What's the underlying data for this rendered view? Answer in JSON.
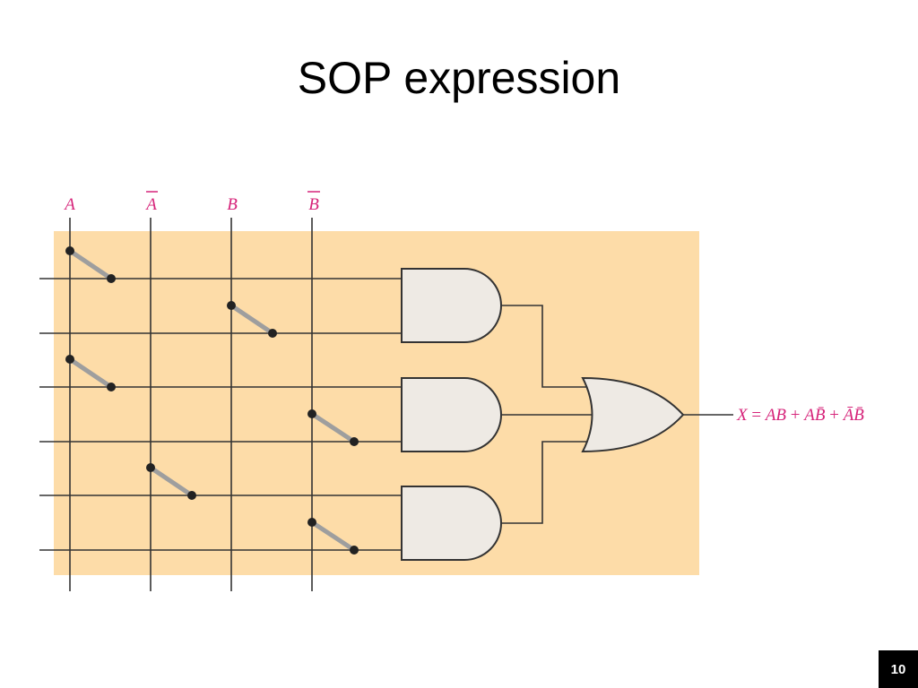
{
  "slide": {
    "title": "SOP expression",
    "page_number": "10"
  },
  "diagram": {
    "inputs": [
      {
        "var": "A",
        "complemented": false
      },
      {
        "var": "A",
        "complemented": true
      },
      {
        "var": "B",
        "complemented": false
      },
      {
        "var": "B",
        "complemented": true
      }
    ],
    "and_gates": [
      {
        "gate": 1,
        "inputs": [
          "A",
          "B"
        ]
      },
      {
        "gate": 2,
        "inputs": [
          "A",
          "B̄"
        ]
      },
      {
        "gate": 3,
        "inputs": [
          "Ā",
          "B̄"
        ]
      }
    ],
    "output": {
      "expression_lhs": "X",
      "terms": [
        "AB",
        "AB̄",
        "ĀB̄"
      ]
    },
    "colors": {
      "panel": "#FDDCA8",
      "label": "#D6247A",
      "wire": "#333333",
      "gate_fill": "#EEEAE4",
      "fuse": "#9E9E9E"
    }
  }
}
